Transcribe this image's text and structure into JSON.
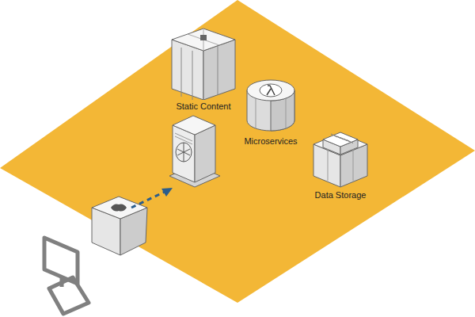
{
  "diagram": {
    "nodes": [
      {
        "text": [
          "Static Content"
        ]
      },
      {
        "text": [
          "Microservices"
        ]
      },
      {
        "text": [
          "Data Storage"
        ]
      }
    ]
  }
}
